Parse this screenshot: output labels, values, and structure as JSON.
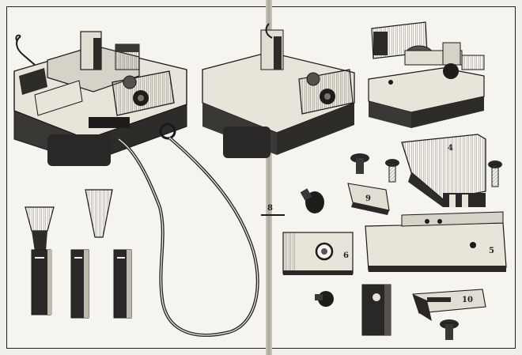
{
  "plate": {
    "labels": {
      "n4": "4",
      "n5": "5",
      "n6": "6",
      "n8": "8",
      "n9": "9",
      "n10": "10"
    }
  },
  "colors": {
    "ink": "#1a1a1a",
    "metal_light": "#e8e4da",
    "metal_mid": "#b9b4aa",
    "metal_dark": "#3a3835",
    "paper": "#f6f4ee"
  }
}
